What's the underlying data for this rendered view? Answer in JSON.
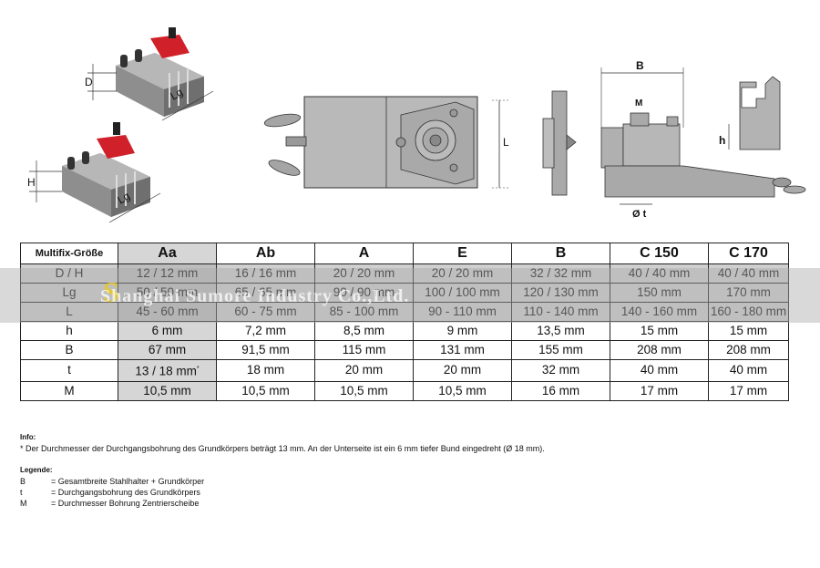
{
  "drawings": {
    "D_label": "D",
    "Lg_label_top": "Lg",
    "H_label": "H",
    "Lg_label_bottom": "Lg",
    "L_label": "L",
    "B_label": "B",
    "M_label": "M",
    "h_label": "h",
    "t_label": "Ø t"
  },
  "table": {
    "header_title": "Multifix-Größe",
    "columns": [
      "Aa",
      "Ab",
      "A",
      "E",
      "B",
      "C 150",
      "C 170"
    ],
    "rows": [
      {
        "label": "D / H",
        "cells": [
          "12 / 12 mm",
          "16 / 16 mm",
          "20 / 20 mm",
          "20 / 20 mm",
          "32 / 32 mm",
          "40 / 40 mm",
          "40 / 40 mm"
        ]
      },
      {
        "label": "Lg",
        "cells": [
          "50 / 50 mm",
          "65 / 65 mm",
          "90 / 90 mm",
          "100 / 100 mm",
          "120 / 130 mm",
          "150 mm",
          "170 mm"
        ]
      },
      {
        "label": "L",
        "cells": [
          "45 - 60 mm",
          "60 - 75 mm",
          "85 - 100 mm",
          "90 - 110 mm",
          "110 - 140 mm",
          "140 - 160 mm",
          "160 - 180 mm"
        ]
      },
      {
        "label": "h",
        "cells": [
          "6 mm",
          "7,2 mm",
          "8,5 mm",
          "9 mm",
          "13,5 mm",
          "15 mm",
          "15 mm"
        ]
      },
      {
        "label": "B",
        "cells": [
          "67 mm",
          "91,5 mm",
          "115 mm",
          "131 mm",
          "155 mm",
          "208 mm",
          "208 mm"
        ]
      },
      {
        "label": "t",
        "cells": [
          "13 / 18 mm",
          "18 mm",
          "20 mm",
          "20 mm",
          "32 mm",
          "40 mm",
          "40 mm"
        ]
      },
      {
        "label": "M",
        "cells": [
          "10,5 mm",
          "10,5 mm",
          "10,5 mm",
          "10,5 mm",
          "16 mm",
          "17 mm",
          "17 mm"
        ]
      }
    ],
    "footnote_mark": "*"
  },
  "watermark": {
    "logo": "S",
    "text": "Shanghai Sumore Industry Co.,Ltd."
  },
  "notes": {
    "info_heading": "Info:",
    "info_text": "* Der Durchmesser der Durchgangsbohrung des Grundkörpers beträgt 13 mm. An der Unterseite ist ein 6 mm tiefer Bund eingedreht (Ø 18 mm).",
    "legend_heading": "Legende:",
    "legend": [
      {
        "key": "B",
        "value": "= Gesamtbreite Stahlhalter + Grundkörper"
      },
      {
        "key": "t",
        "value": "= Durchgangsbohrung des Grundkörpers"
      },
      {
        "key": "M",
        "value": "= Durchmesser Bohrung Zentrierscheibe"
      }
    ]
  },
  "colors": {
    "steel": "#9a9a9a",
    "steel_dark": "#5a5a5a",
    "red_clamp": "#d0202a",
    "highlight_column": "#d6d6d6",
    "watermark_band": "#aaaaaa"
  }
}
